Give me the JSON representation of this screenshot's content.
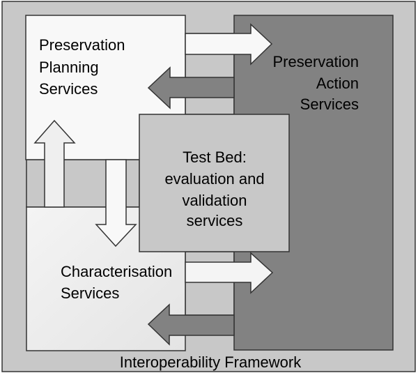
{
  "diagram": {
    "planning": {
      "lines": [
        "Preservation",
        "Planning",
        "Services"
      ]
    },
    "action": {
      "lines": [
        "Preservation",
        "Action",
        "Services"
      ]
    },
    "testbed": {
      "lines": [
        "Test Bed:",
        "evaluation and",
        "validation",
        "services"
      ]
    },
    "characterisation": {
      "lines": [
        "Characterisation",
        "Services"
      ]
    },
    "framework": {
      "label": "Interoperability Framework"
    }
  },
  "colors": {
    "framework_bg": "#c8c8c8",
    "planning_fill": "#f8f8f8",
    "characterisation_fill": "#ececec",
    "action_fill": "#828282",
    "testbed_fill": "#c8c8c8",
    "light_arrow": "#f8f8f8",
    "dark_arrow": "#828282"
  }
}
